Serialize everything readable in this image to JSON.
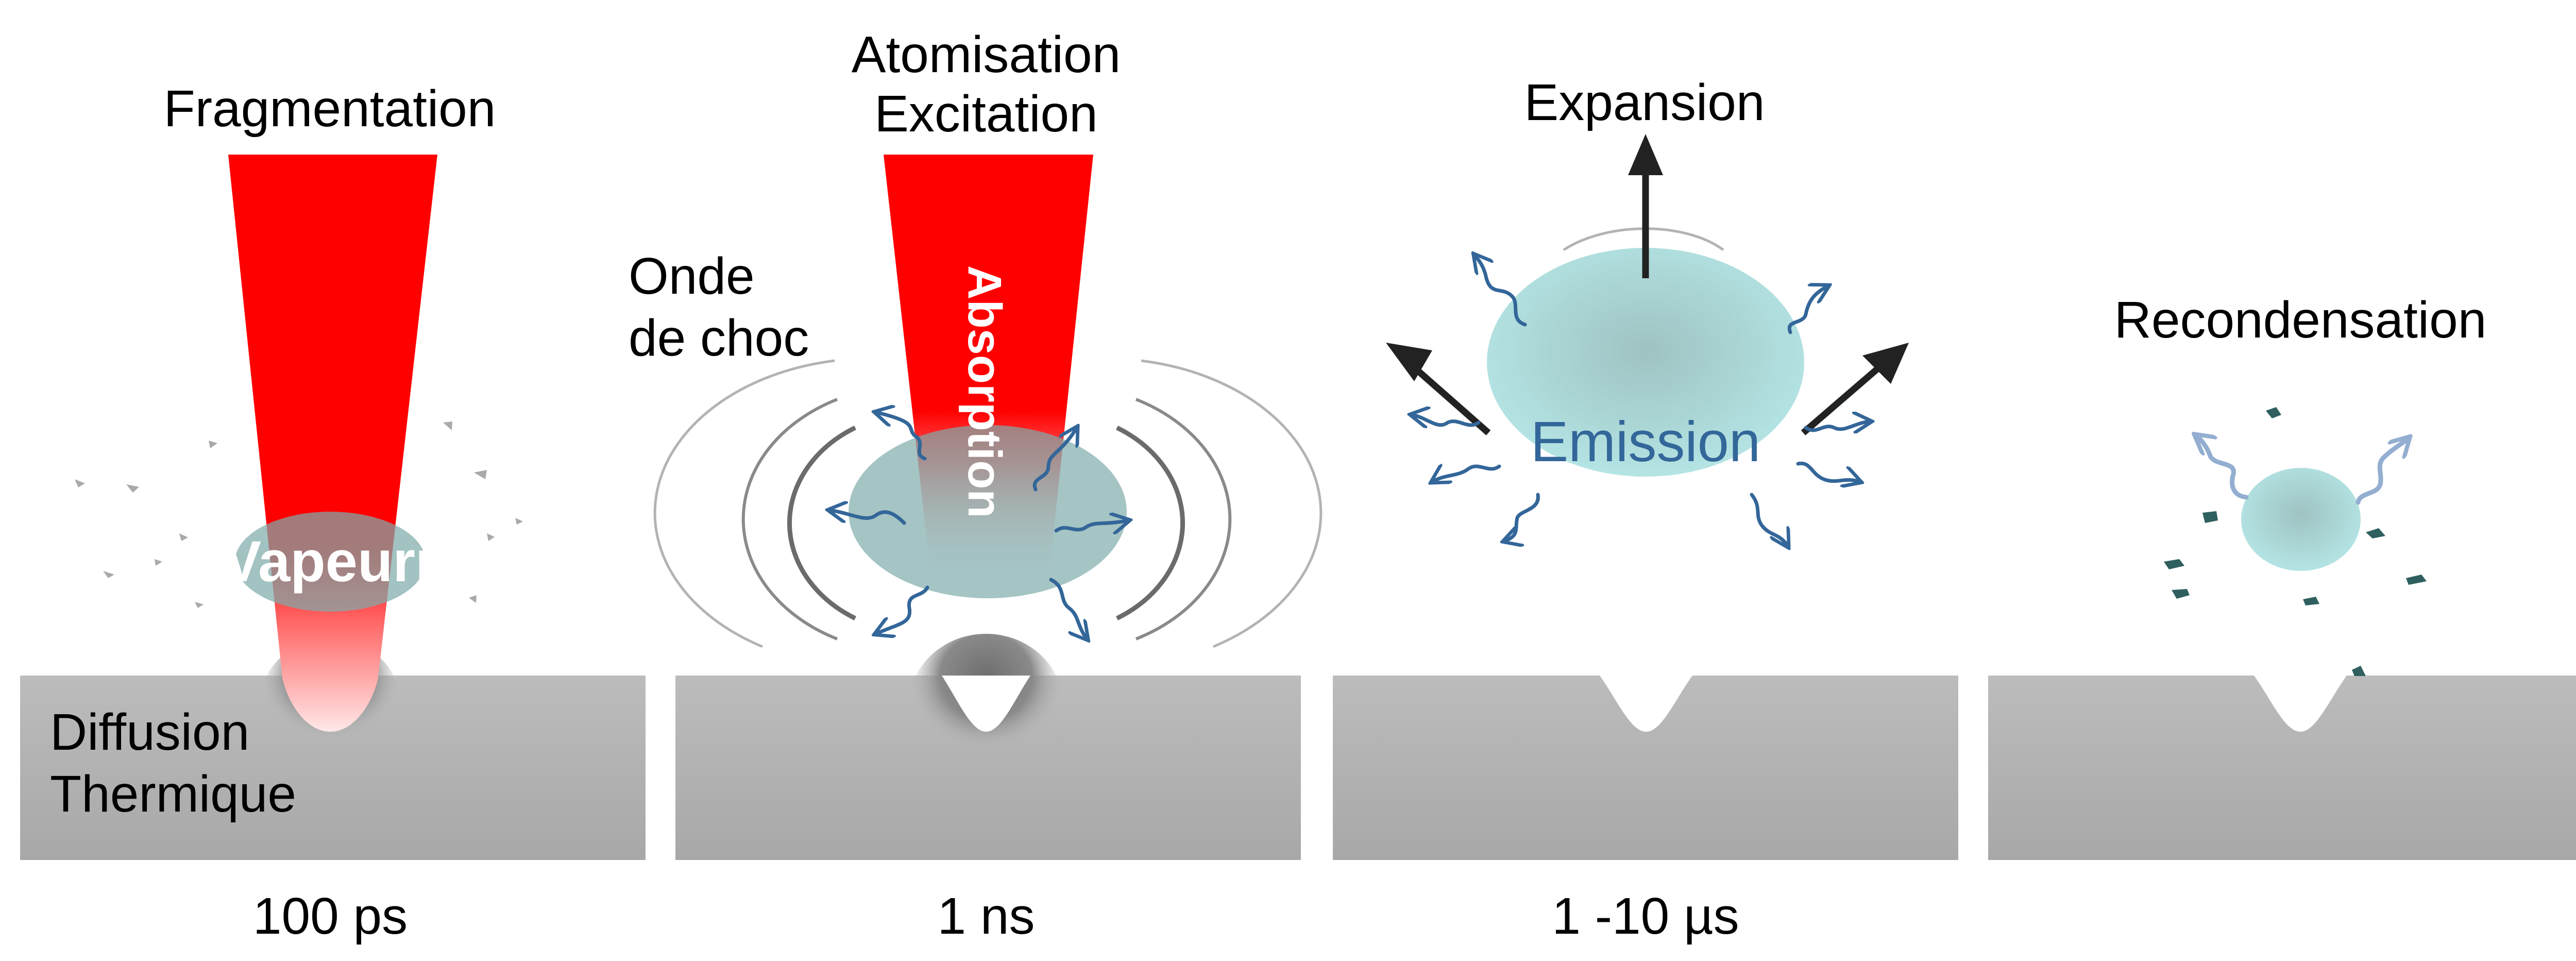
{
  "title": "Étapes de l'ablation laser",
  "colors": {
    "laser": "#ff0000",
    "substrate_top": "#bcbcbc",
    "substrate_bottom": "#a8a8a8",
    "vapor": "#a2c2c2",
    "plasma": "#b3e3e3",
    "emission_text": "#336699",
    "wave": "#336699",
    "particle_grey": "#a9a9a9",
    "particle_dark": "#2f5f5f",
    "arrow": "#222222"
  },
  "panels": [
    {
      "id": "fragmentation",
      "top_label": "Fragmentation",
      "center_label": "Vapeurr",
      "substrate_label_lines": [
        "Diffusion",
        "Thermique"
      ],
      "time": "100 ps"
    },
    {
      "id": "atomisation",
      "top_label_lines": [
        "Atomisation",
        "Excitation"
      ],
      "side_label_lines": [
        "Onde",
        "de choc"
      ],
      "beam_label": "Absorption",
      "time": "1 ns"
    },
    {
      "id": "expansion",
      "top_label": "Expansion",
      "center_label": "Emission",
      "time": "1 -10 µs"
    },
    {
      "id": "recondensation",
      "top_label": "Recondensation",
      "time": ""
    }
  ]
}
